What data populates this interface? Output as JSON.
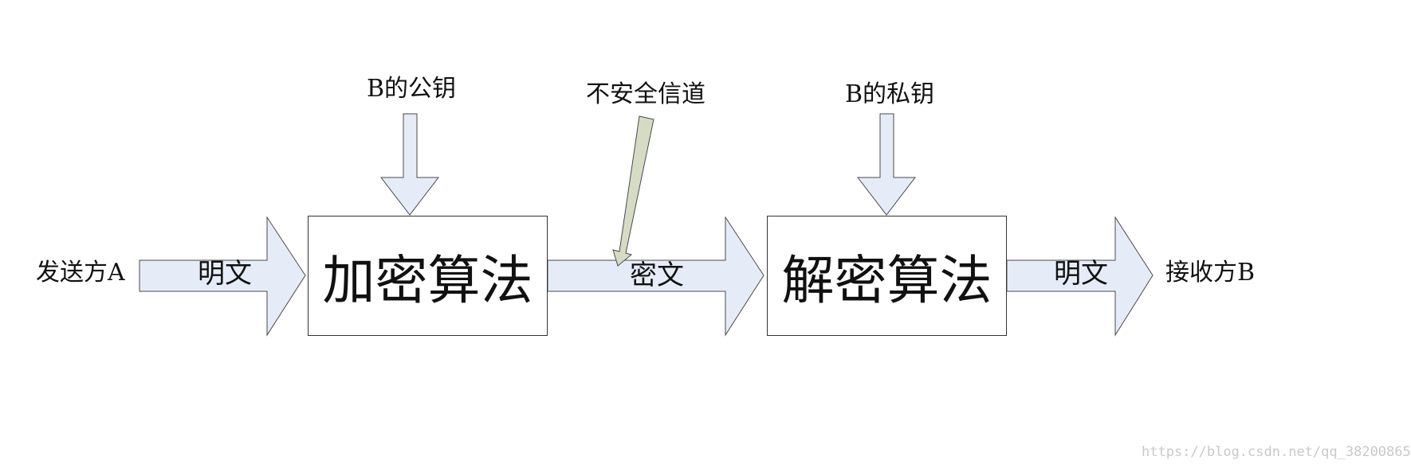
{
  "diagram": {
    "sender": "发送方A",
    "receiver": "接收方B",
    "plaintext_in": "明文",
    "plaintext_out": "明文",
    "ciphertext": "密文",
    "encrypt_box": "加密算法",
    "decrypt_box": "解密算法",
    "public_key": "B的公钥",
    "private_key": "B的私钥",
    "insecure_channel": "不安全信道"
  },
  "colors": {
    "arrow_fill": "#e6ecf7",
    "arrow_stroke": "#4a4a4a",
    "channel_arrow_fill": "#d6dcc4"
  },
  "watermark": "https://blog.csdn.net/qq_38200865"
}
